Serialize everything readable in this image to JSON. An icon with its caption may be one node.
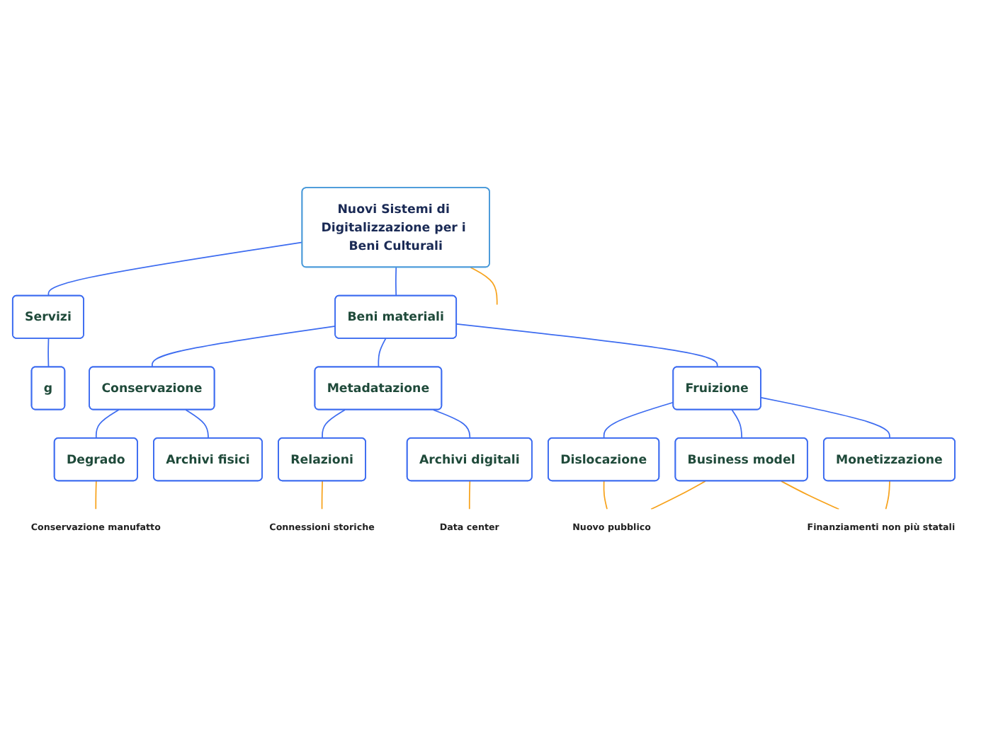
{
  "diagram": {
    "nodes": [
      {
        "text": [
          "Nuovi Sistemi di Digitalizzazione per i Beni Culturali"
        ]
      },
      {
        "text": [
          "Servizi"
        ]
      },
      {
        "text": [
          "g"
        ]
      },
      {
        "text": [
          "Beni materiali"
        ]
      },
      {
        "text": [
          "Conservazione"
        ]
      },
      {
        "text": [
          "Metadatazione"
        ]
      },
      {
        "text": [
          "Fruizione"
        ]
      },
      {
        "text": [
          "Degrado"
        ]
      },
      {
        "text": [
          "Archivi fisici"
        ]
      },
      {
        "text": [
          "Relazioni"
        ]
      },
      {
        "text": [
          "Archivi digitali"
        ]
      },
      {
        "text": [
          "Dislocazione"
        ]
      },
      {
        "text": [
          "Business model"
        ]
      },
      {
        "text": [
          "Monetizzazione"
        ]
      },
      {
        "text": [
          "Conservazione manufatto"
        ]
      },
      {
        "text": [
          "Connessioni storiche"
        ]
      },
      {
        "text": [
          "Data center"
        ]
      },
      {
        "text": [
          "Nuovo pubblico"
        ]
      },
      {
        "text": [
          "Finanziamenti non più statali"
        ]
      }
    ],
    "edges": [
      {
        "from": 0,
        "to": 1,
        "arrow": "none"
      },
      {
        "from": 1,
        "to": 2,
        "arrow": "none"
      },
      {
        "from": 0,
        "to": 3,
        "arrow": "none"
      },
      {
        "from": 0,
        "to": null,
        "arrow": "none",
        "color": "#f7a21b"
      },
      {
        "from": 3,
        "to": 4,
        "arrow": "none"
      },
      {
        "from": 3,
        "to": 5,
        "arrow": "none"
      },
      {
        "from": 3,
        "to": 6,
        "arrow": "none"
      },
      {
        "from": 4,
        "to": 7,
        "arrow": "none"
      },
      {
        "from": 4,
        "to": 8,
        "arrow": "none"
      },
      {
        "from": 5,
        "to": 9,
        "arrow": "none"
      },
      {
        "from": 5,
        "to": 10,
        "arrow": "none"
      },
      {
        "from": 6,
        "to": 11,
        "arrow": "none"
      },
      {
        "from": 6,
        "to": 12,
        "arrow": "none"
      },
      {
        "from": 6,
        "to": 13,
        "arrow": "none"
      },
      {
        "from": 7,
        "to": 14,
        "arrow": "none",
        "color": "#f7a21b"
      },
      {
        "from": 9,
        "to": 15,
        "arrow": "none",
        "color": "#f7a21b"
      },
      {
        "from": 10,
        "to": 16,
        "arrow": "none",
        "color": "#f7a21b"
      },
      {
        "from": 11,
        "to": 17,
        "arrow": "none",
        "color": "#f7a21b"
      },
      {
        "from": 12,
        "to": 17,
        "arrow": "none",
        "color": "#f7a21b"
      },
      {
        "from": 12,
        "to": 18,
        "arrow": "none",
        "color": "#f7a21b"
      },
      {
        "from": 13,
        "to": 18,
        "arrow": "none",
        "color": "#f7a21b"
      }
    ]
  }
}
